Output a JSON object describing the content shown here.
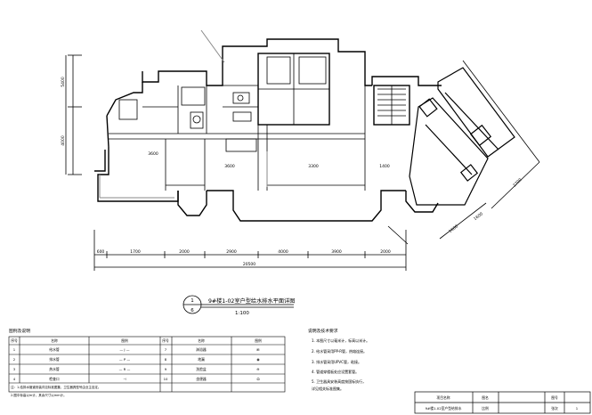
{
  "plan": {
    "title": "9#楼1-02室户型给水排水平面详图",
    "drawing_no": "1",
    "sheet_no": "6",
    "scale": "1:100"
  },
  "dimensions": {
    "bottom_segments": [
      "600",
      "1700",
      "2000",
      "2900",
      "4000",
      "3900",
      "2000"
    ],
    "bottom_total": "20500",
    "left_segments": [
      "5400",
      "4000"
    ],
    "interior": [
      "3600",
      "3600",
      "3300",
      "1400"
    ],
    "right_skew": [
      "2700",
      "1600",
      "1600"
    ]
  },
  "legend": {
    "title": "图例及说明",
    "headers": [
      "序号",
      "名称",
      "图例",
      "序号",
      "名称",
      "图例"
    ],
    "rows": [
      [
        "1",
        "给水管",
        "— J —",
        "7",
        "淋浴器",
        "⊞"
      ],
      [
        "2",
        "排水管",
        "— P —",
        "8",
        "地漏",
        "◉"
      ],
      [
        "3",
        "热水管",
        "— R —",
        "9",
        "洗脸盆",
        "⊖"
      ],
      [
        "4",
        "检查口",
        "⊣",
        "10",
        "坐便器",
        "⬭"
      ]
    ],
    "note_1": "注：1.给排水管道安装详见标准图集，卫生器具型号由业主自定。",
    "note_2": "2.图中标高以m计，其余尺寸以mm计。"
  },
  "notes": {
    "title": "说明及技术要求",
    "items": [
      "1. 本图尺寸以毫米计，标高以米计。",
      "2. 给水管采用PP-R管，热熔连接。",
      "3. 排水管采用UPVC管，粘接。",
      "4. 管道穿楼板处应设置套管。",
      "5. 卫生器具安装高度按国标执行，",
      "   详见相关标准图集。"
    ]
  },
  "title_block": {
    "row1": [
      "项目名称",
      "图名",
      "",
      "图号"
    ],
    "row2": [
      "9#楼1-02室户型给排水",
      "比例",
      "",
      "张次"
    ],
    "value": "1"
  }
}
